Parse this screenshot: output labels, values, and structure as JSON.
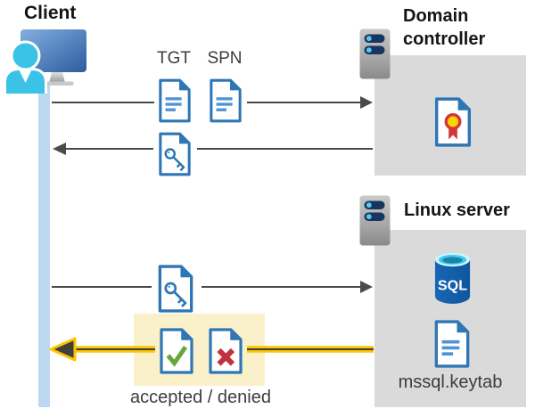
{
  "actors": {
    "client": {
      "label": "Client"
    },
    "domain_controller": {
      "label": "Domain controller"
    },
    "linux_server": {
      "label": "Linux server"
    }
  },
  "labels": {
    "tgt": "TGT",
    "spn": "SPN",
    "sql": "SQL",
    "keytab_file": "mssql.keytab",
    "result": "accepted / denied"
  },
  "messages": [
    {
      "direction": "client-to-domain-controller",
      "items": [
        "TGT",
        "SPN"
      ],
      "highlighted": false
    },
    {
      "direction": "domain-controller-to-client",
      "items": [
        "key-document"
      ],
      "highlighted": false
    },
    {
      "direction": "client-to-linux-server",
      "items": [
        "key-document"
      ],
      "highlighted": false
    },
    {
      "direction": "linux-server-to-client",
      "items": [
        "accepted-document",
        "denied-document"
      ],
      "highlighted": true
    }
  ],
  "icons": {
    "client_device": "user-workstation-icon",
    "domain_controller_server": "server-icon",
    "linux_server": "server-icon",
    "tgt_document": "document-icon",
    "spn_document": "document-icon",
    "service_ticket": "key-document-icon",
    "certificate": "certificate-document-icon",
    "sql_database": "sql-database-icon",
    "keytab_file": "document-icon",
    "accepted": "check-document-icon",
    "denied": "cross-document-icon"
  },
  "colors": {
    "panel_gray": "#DADADA",
    "highlight_yellow": "#FAF1CB",
    "lifeline_blue": "#BDD8F0",
    "arrow_gray": "#4A4A4A",
    "gold_arrow": "#FFC400",
    "doc_border_blue": "#2E76B6",
    "doc_line_blue": "#4F93D4",
    "accept_green": "#65A839",
    "deny_red": "#C0323E",
    "cert_gold": "#FFD400",
    "cert_red": "#D3373E",
    "sql_body_blue": "#1464B4",
    "sql_top_cyan": "#3ECCEE",
    "server_pill_navy": "#16355F",
    "server_dot_cyan": "#53C9E8",
    "person_cyan": "#3BC2E7",
    "text_dark": "#3C3C3C"
  }
}
